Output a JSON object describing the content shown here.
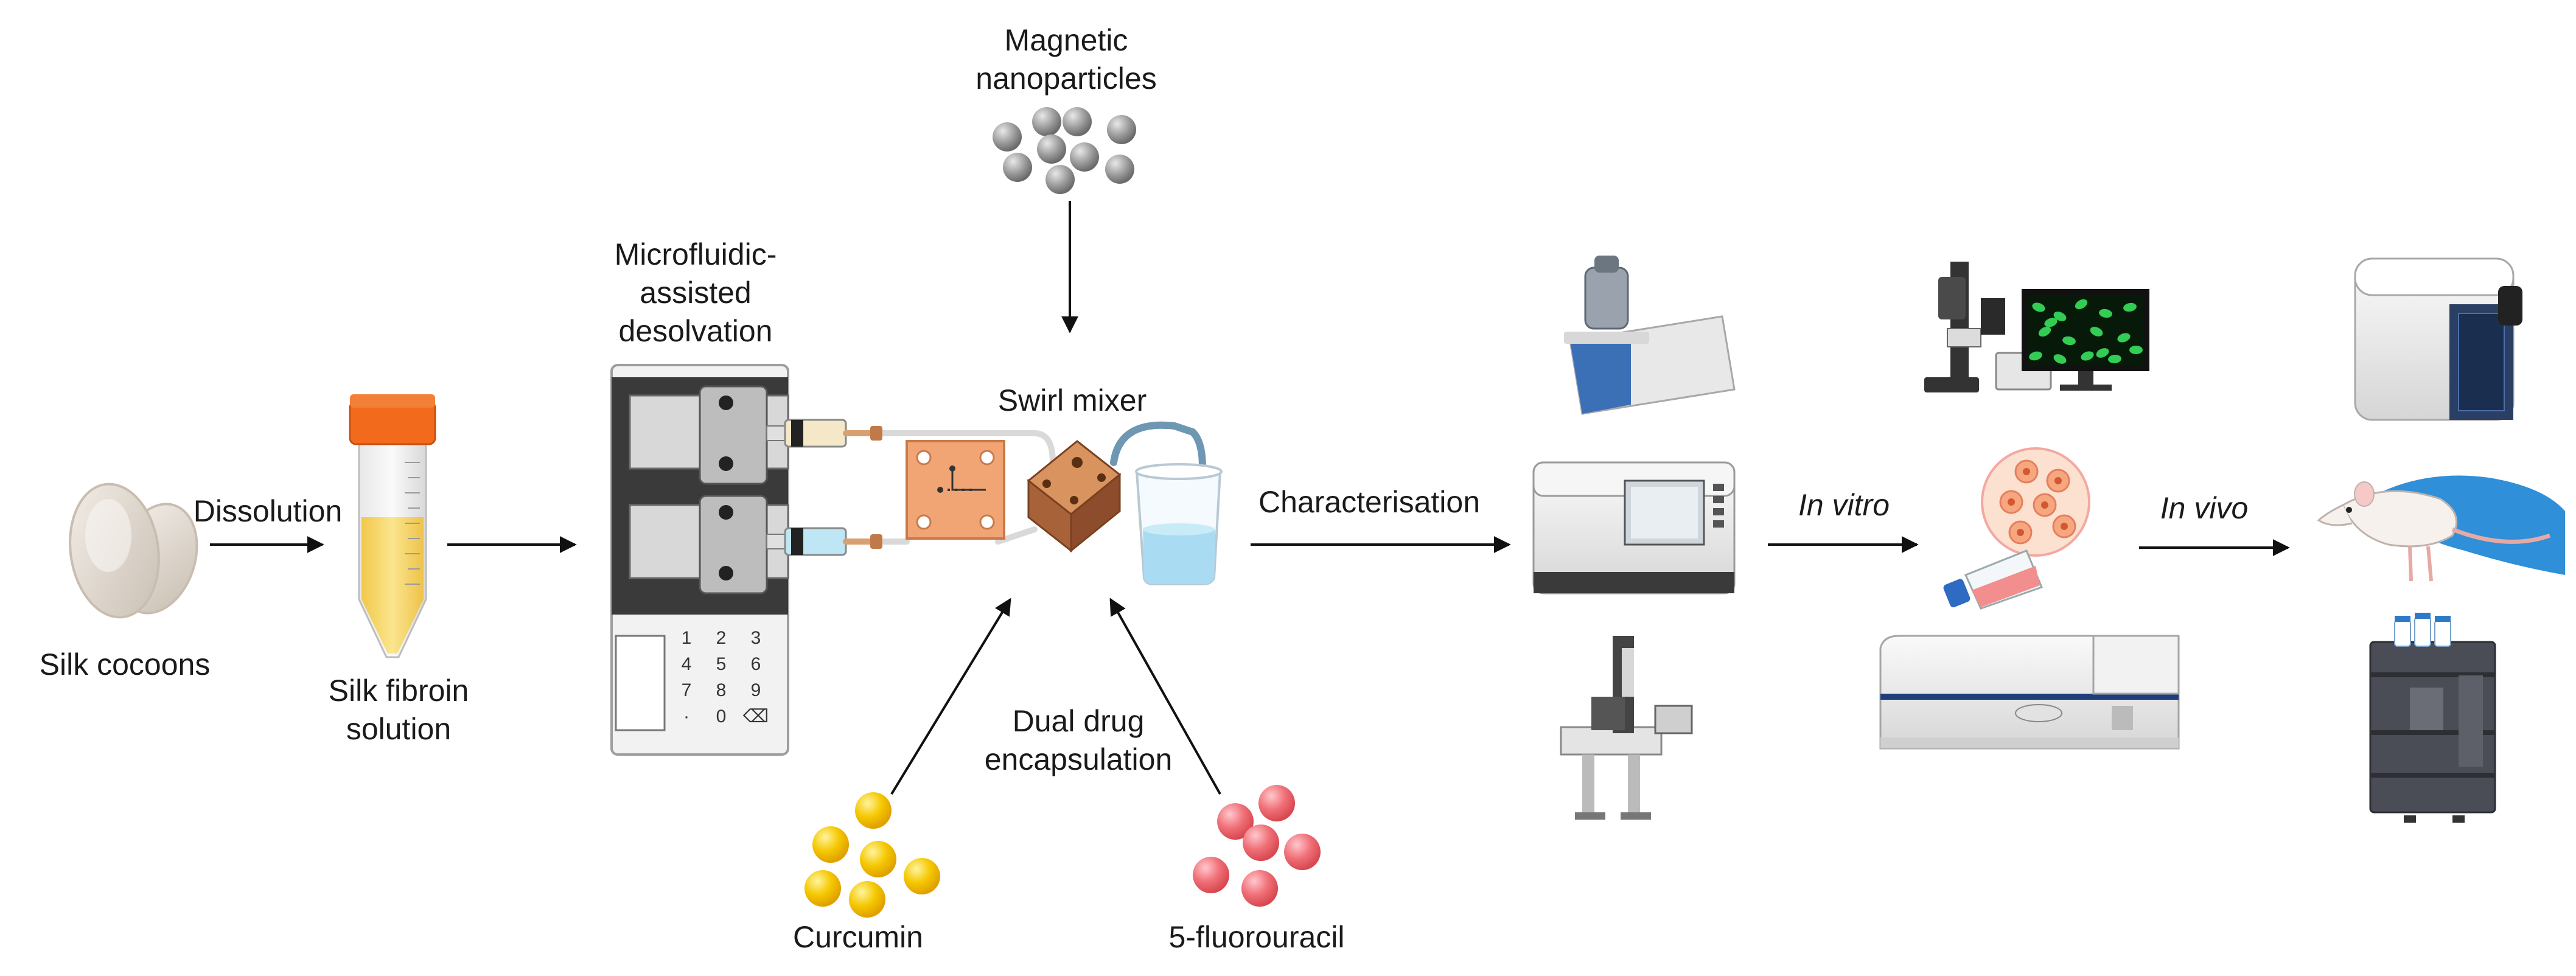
{
  "labels": {
    "silk_cocoons": "Silk cocoons",
    "dissolution": "Dissolution",
    "silk_fibroin_l1": "Silk fibroin",
    "silk_fibroin_l2": "solution",
    "microfluidic_l1": "Microfluidic-",
    "microfluidic_l2": "assisted",
    "microfluidic_l3": "desolvation",
    "magnetic_l1": "Magnetic",
    "magnetic_l2": "nanoparticles",
    "swirl_mixer": "Swirl mixer",
    "dual_drug_l1": "Dual drug",
    "dual_drug_l2": "encapsulation",
    "curcumin": "Curcumin",
    "fluorouracil": "5-fluorouracil",
    "characterisation": "Characterisation",
    "in_vitro": "In vitro",
    "in_vivo": "In vivo"
  },
  "keypad": [
    "1",
    "2",
    "3",
    "4",
    "5",
    "6",
    "7",
    "8",
    "9",
    "·",
    "0",
    "⌫"
  ],
  "colors": {
    "cocoon": "#e6dfd7",
    "tube_cap": "#f26b1d",
    "silk_solution": "#f7d565",
    "pump_dark": "#3a3a3a",
    "chip": "#f0a06e",
    "mixer": "#c07a4a",
    "water": "#9fd4ee",
    "nanoparticle": "#9a9a9a",
    "curcumin": "#f5c800",
    "fluorouracil": "#f07078",
    "instrument_blue": "#3b6fb6",
    "cell_green": "#33cc55",
    "mouse_glove": "#2f8fd8",
    "arrow": "#111111"
  },
  "icons": [
    "silk-cocoon-icon",
    "centrifuge-tube-icon",
    "syringe-pump-icon",
    "microfluidic-chip-icon",
    "swirl-mixer-icon",
    "beaker-icon",
    "nanoparticle-icon",
    "curcumin-icon",
    "fluorouracil-icon",
    "dls-instrument-icon",
    "spectrometer-icon",
    "electron-microscope-icon",
    "fluorescence-microscope-icon",
    "cell-culture-icon",
    "plate-reader-icon",
    "ivis-imager-icon",
    "mouse-icon",
    "hplc-icon"
  ]
}
